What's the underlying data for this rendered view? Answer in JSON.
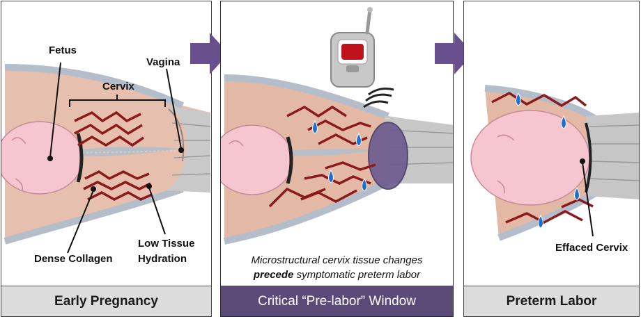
{
  "panels": [
    {
      "title": "Early Pregnancy"
    },
    {
      "title": "Critical “Pre-labor” Window"
    },
    {
      "title": "Preterm Labor"
    }
  ],
  "labels": {
    "fetus": "Fetus",
    "vagina": "Vagina",
    "cervix": "Cervix",
    "dense_collagen": "Dense Collagen",
    "low_tissue_1": "Low Tissue",
    "low_tissue_2": "Hydration",
    "effaced_cervix": "Effaced Cervix"
  },
  "caption": {
    "line1": "Microstructural cervix tissue changes",
    "line2_bold": "precede",
    "line2_rest": " symptomatic preterm labor"
  },
  "colors": {
    "arrow": "#6a4f8e",
    "collagen": "#8b1a1a",
    "tissue": "#e3b9a6",
    "skin": "#f6c6d0",
    "window_footer": "#5b4a78",
    "water_drop": "#1f6fd1"
  }
}
